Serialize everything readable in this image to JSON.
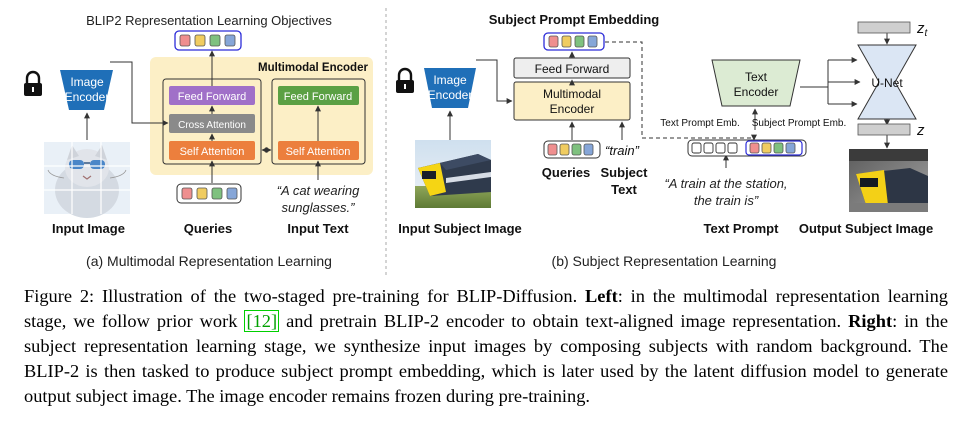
{
  "left_panel": {
    "title": "BLIP2 Representation Learning Objectives",
    "multimodal_encoder": "Multimodal Encoder",
    "image_encoder": [
      "Image",
      "Encoder"
    ],
    "feed_forward": "Feed Forward",
    "cross_attention": "Cross Attention",
    "self_attention": "Self Attention",
    "text_feed_forward": "Feed Forward",
    "text_self_attention": "Self Attention",
    "quote": [
      "“A cat wearing",
      "sunglasses.”"
    ],
    "label_input_image": "Input Image",
    "label_queries": "Queries",
    "label_input_text": "Input Text",
    "subcaption": "(a) Multimodal Representation Learning"
  },
  "right_panel": {
    "title": "Subject Prompt Embedding",
    "image_encoder": [
      "Image",
      "Encoder"
    ],
    "feed_forward": "Feed Forward",
    "multimodal_encoder": [
      "Multimodal",
      "Encoder"
    ],
    "queries": "Queries",
    "train_word": "“train”",
    "subject_text": [
      "Subject",
      "Text"
    ],
    "text_encoder": [
      "Text",
      "Encoder"
    ],
    "text_prompt_emb": "Text Prompt Emb.",
    "subject_prompt_emb": "Subject Prompt Emb.",
    "unet": "U-Net",
    "zt": "z",
    "zt_sub": "t",
    "z": "z",
    "prompt_quote": [
      "“A train at the station,",
      "the train is”"
    ],
    "label_input_subject_image": "Input Subject Image",
    "label_text_prompt": "Text Prompt",
    "label_output_subject_image": "Output Subject Image",
    "subcaption": "(b) Subject Representation Learning"
  },
  "caption": {
    "fig_label": "Figure 2:",
    "intro": "Illustration of the two-staged pre-training for BLIP-Diffusion.",
    "left_bold": "Left",
    "left_text": ": in the multimodal representation learning stage, we follow prior work",
    "cite": "[12]",
    "left_text2": "and pretrain BLIP-2 encoder to obtain text-aligned image representation.",
    "right_bold": "Right",
    "right_text": ": in the subject representation learning stage, we synthesize input images by composing subjects with random background. The BLIP-2 is then tasked to produce subject prompt embedding, which is later used by the latent diffusion model to generate output subject image. The image encoder remains frozen during pre-training."
  },
  "colors": {
    "encoder_blue": "#1f6fb8",
    "feed_forward_purple": "#a070c8",
    "cross_attention_gray": "#8a8a8a",
    "self_attention_orange": "#ec7f3d",
    "green": "#5ba044",
    "mm_bg": "#fcefc6",
    "text_encoder_green": "#dcebd3",
    "unet_blue": "#dbe6f4",
    "token_red": "#ef8f8f",
    "token_blue": "#86a6d8",
    "token_green": "#7fc17f",
    "token_yellow": "#f0cc60"
  },
  "icons": [
    "lock-icon",
    "cat-photo",
    "train-photo",
    "output-train-photo"
  ]
}
